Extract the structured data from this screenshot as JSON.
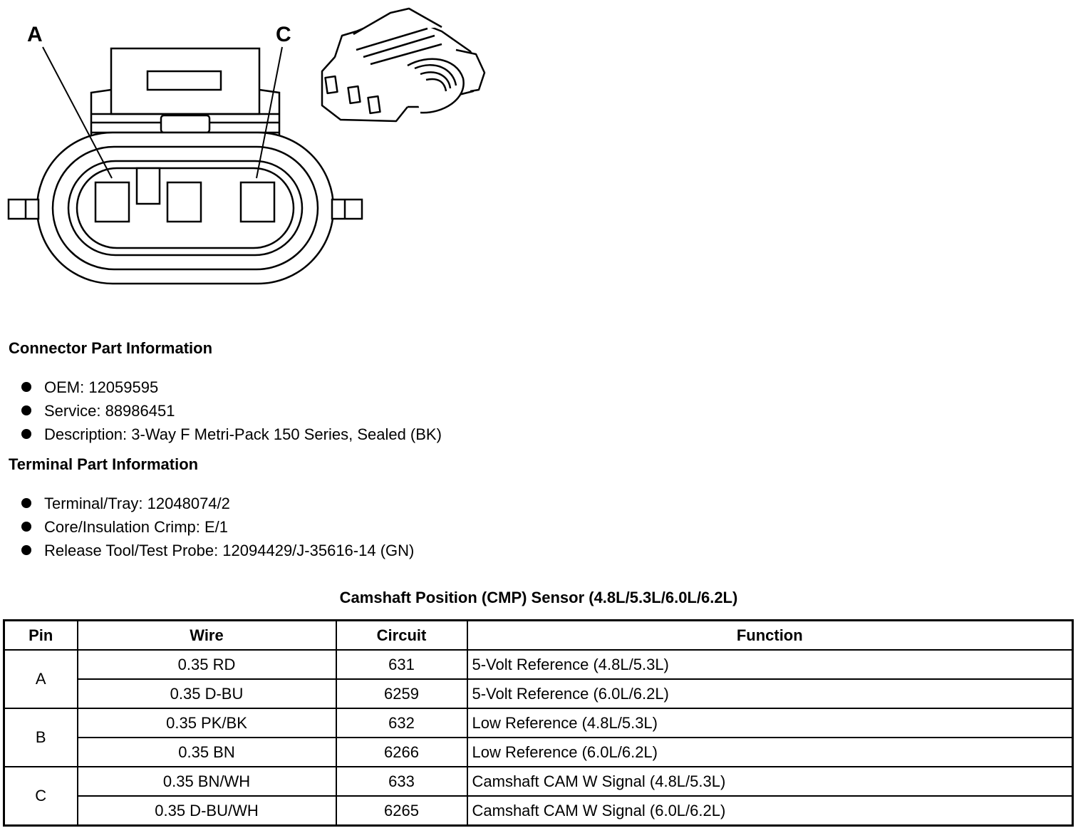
{
  "diagram": {
    "callouts": [
      "A",
      "C"
    ]
  },
  "connector_info": {
    "heading": "Connector Part Information",
    "items": [
      "OEM: 12059595",
      "Service: 88986451",
      "Description: 3-Way F Metri-Pack 150 Series, Sealed (BK)"
    ]
  },
  "terminal_info": {
    "heading": "Terminal Part Information",
    "items": [
      "Terminal/Tray: 12048074/2",
      "Core/Insulation Crimp: E/1",
      "Release Tool/Test Probe: 12094429/J-35616-14 (GN)"
    ]
  },
  "table": {
    "title": "Camshaft Position (CMP) Sensor (4.8L/5.3L/6.0L/6.2L)",
    "headers": [
      "Pin",
      "Wire",
      "Circuit",
      "Function"
    ],
    "groups": [
      {
        "pin": "A",
        "rows": [
          {
            "wire": "0.35 RD",
            "circuit": "631",
            "function": "5-Volt Reference (4.8L/5.3L)"
          },
          {
            "wire": "0.35 D-BU",
            "circuit": "6259",
            "function": "5-Volt Reference (6.0L/6.2L)"
          }
        ]
      },
      {
        "pin": "B",
        "rows": [
          {
            "wire": "0.35 PK/BK",
            "circuit": "632",
            "function": "Low Reference (4.8L/5.3L)"
          },
          {
            "wire": "0.35 BN",
            "circuit": "6266",
            "function": "Low Reference (6.0L/6.2L)"
          }
        ]
      },
      {
        "pin": "C",
        "rows": [
          {
            "wire": "0.35 BN/WH",
            "circuit": "633",
            "function": "Camshaft CAM W Signal (4.8L/5.3L)"
          },
          {
            "wire": "0.35 D-BU/WH",
            "circuit": "6265",
            "function": "Camshaft CAM W Signal (6.0L/6.2L)"
          }
        ]
      }
    ]
  }
}
